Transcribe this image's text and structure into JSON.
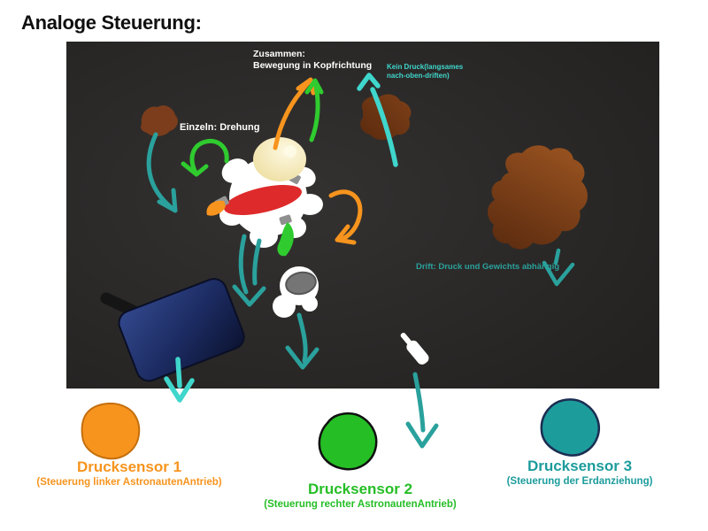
{
  "title": "Analoge Steuerung:",
  "colors": {
    "orange": "#F7941E",
    "green": "#2FCB2F",
    "teal": "#2AA19C",
    "cyan": "#3FD6CC",
    "brown": "#7B3D1B",
    "red": "#DE2A2A",
    "navy": "#1C2C63",
    "canvas_bg": "#272625"
  },
  "scene": {
    "labels": {
      "together": "Zusammen:\nBewegung in Kopfrichtung",
      "no_pressure": "Kein Druck(langsames\nnach-oben-driften)",
      "single": "Einzeln: Drehung",
      "drift": "Drift: Druck und Gewichts abhängig"
    }
  },
  "sensors": [
    {
      "name": "Drucksensor 1",
      "description": "(Steuerung linker AstronautenAntrieb)",
      "color": "#F7941E"
    },
    {
      "name": "Drucksensor 2",
      "description": "(Steuerung rechter AstronautenAntrieb)",
      "color": "#25BE25"
    },
    {
      "name": "Drucksensor 3",
      "description": "(Steuerung der Erdanziehung)",
      "color": "#1D9C9C"
    }
  ]
}
